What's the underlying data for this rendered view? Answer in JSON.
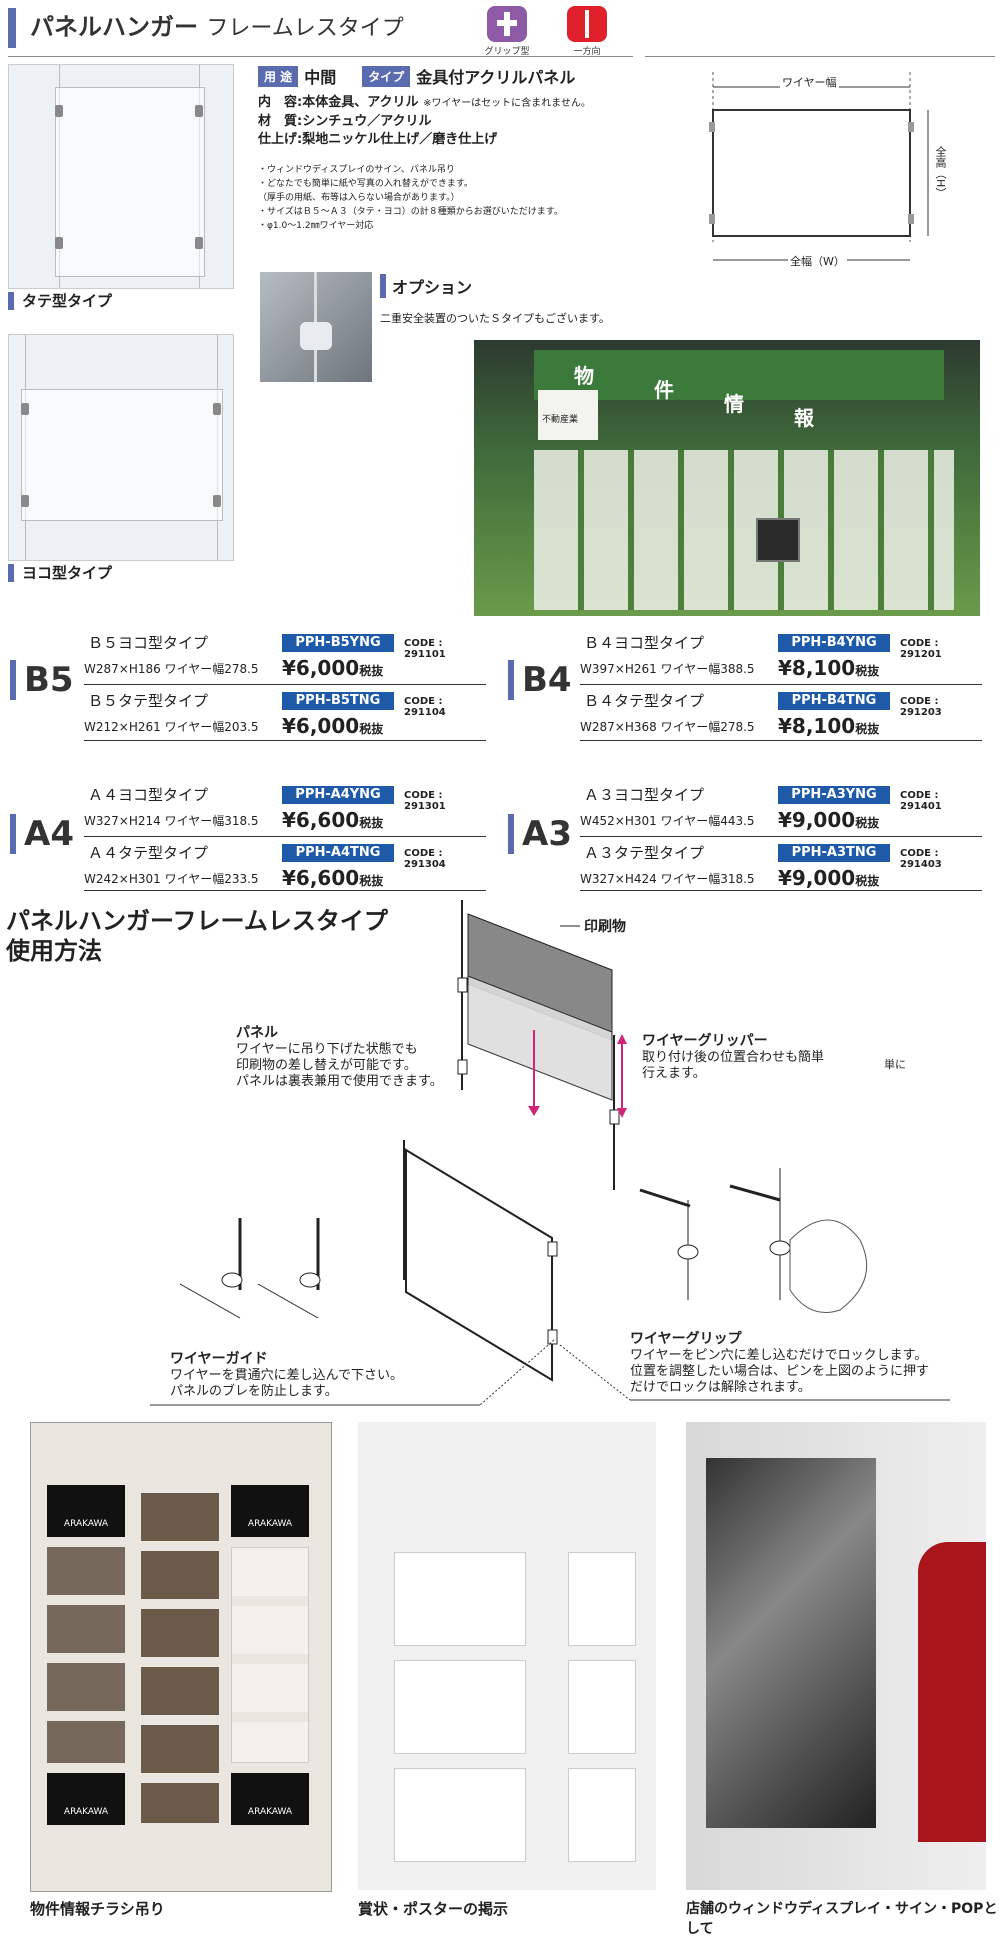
{
  "header": {
    "title_main": "パネルハンガー",
    "title_sub": "フレームレスタイプ",
    "icon1_label": "グリップ型",
    "icon2_label": "一方向"
  },
  "left_photos": {
    "tate_caption": "タテ型タイプ",
    "yoko_caption": "ヨコ型タイプ"
  },
  "specs": {
    "use_tag": "用 途",
    "use_val": "中間",
    "type_tag": "タイプ",
    "type_val": "金具付アクリルパネル",
    "content": "内　容:本体金具、アクリル",
    "content_note": "※ワイヤーはセットに含まれません。",
    "material": "材　質:シンチュウ／アクリル",
    "finish": "仕上げ:梨地ニッケル仕上げ／磨き仕上げ",
    "bullets": [
      "・ウィンドウディスプレイのサイン、パネル吊り",
      "・どなたでも簡単に紙や写真の入れ替えができます。",
      "（厚手の用紙、布等は入らない場合があります。）",
      "・サイズはＢ５～Ａ３（タテ・ヨコ）の計８種類からお選びいただけます。",
      "・φ1.0～1.2㎜ワイヤー対応"
    ]
  },
  "diagram": {
    "wire_width": "ワイヤー幅",
    "full_height": "全高（H）",
    "full_width": "全幅（W）"
  },
  "option": {
    "title": "オプション",
    "text": "二重安全装置のついたＳタイプもございます。"
  },
  "store_photo": {
    "sign_chars": [
      "物",
      "件",
      "情",
      "報"
    ],
    "board_label": "不動産業"
  },
  "products": {
    "tax": "税抜",
    "code_label": "CODE : ",
    "groups": [
      {
        "size": "B5",
        "items": [
          {
            "name": "Ｂ５ヨコ型タイプ",
            "dim": "W287×H186 ワイヤー幅278.5",
            "code": "PPH-B5YNG",
            "cnum": "291101",
            "price": "¥6,000"
          },
          {
            "name": "Ｂ５タテ型タイプ",
            "dim": "W212×H261 ワイヤー幅203.5",
            "code": "PPH-B5TNG",
            "cnum": "291104",
            "price": "¥6,000"
          }
        ]
      },
      {
        "size": "B4",
        "items": [
          {
            "name": "Ｂ４ヨコ型タイプ",
            "dim": "W397×H261 ワイヤー幅388.5",
            "code": "PPH-B4YNG",
            "cnum": "291201",
            "price": "¥8,100"
          },
          {
            "name": "Ｂ４タテ型タイプ",
            "dim": "W287×H368 ワイヤー幅278.5",
            "code": "PPH-B4TNG",
            "cnum": "291203",
            "price": "¥8,100"
          }
        ]
      },
      {
        "size": "A4",
        "items": [
          {
            "name": "Ａ４ヨコ型タイプ",
            "dim": "W327×H214 ワイヤー幅318.5",
            "code": "PPH-A4YNG",
            "cnum": "291301",
            "price": "¥6,600"
          },
          {
            "name": "Ａ４タテ型タイプ",
            "dim": "W242×H301 ワイヤー幅233.5",
            "code": "PPH-A4TNG",
            "cnum": "291304",
            "price": "¥6,600"
          }
        ]
      },
      {
        "size": "A3",
        "items": [
          {
            "name": "Ａ３ヨコ型タイプ",
            "dim": "W452×H301 ワイヤー幅443.5",
            "code": "PPH-A3YNG",
            "cnum": "291401",
            "price": "¥9,000"
          },
          {
            "name": "Ａ３タテ型タイプ",
            "dim": "W327×H424 ワイヤー幅318.5",
            "code": "PPH-A3TNG",
            "cnum": "291403",
            "price": "¥9,000"
          }
        ]
      }
    ]
  },
  "usage": {
    "heading1": "パネルハンガーフレームレスタイプ",
    "heading2": "使用方法",
    "print_label": "印刷物",
    "panel_title": "パネル",
    "panel_text": [
      "ワイヤーに吊り下げた状態でも",
      "印刷物の差し替えが可能です。",
      "パネルは裏表兼用で使用できます。"
    ],
    "gripper_title": "ワイヤーグリッパー",
    "gripper_text": [
      "取り付け後の位置合わせも簡単",
      "行えます。"
    ],
    "gripper_stray": "単に",
    "guide_title": "ワイヤーガイド",
    "guide_text": [
      "ワイヤーを貫通穴に差し込んで下さい。",
      "パネルのブレを防止します。"
    ],
    "grip_title": "ワイヤーグリップ",
    "grip_text": [
      "ワイヤーをピン穴に差し込むだけでロックします。",
      "位置を調整したい場合は、ピンを上図のように押す",
      "だけでロックは解除されます。"
    ]
  },
  "gallery": {
    "cap1": "物件情報チラシ吊り",
    "cap2": "賞状・ポスターの掲示",
    "cap3": "店舗のウィンドウディスプレイ・サイン・POPとして",
    "brand": "ARAKAWA"
  }
}
